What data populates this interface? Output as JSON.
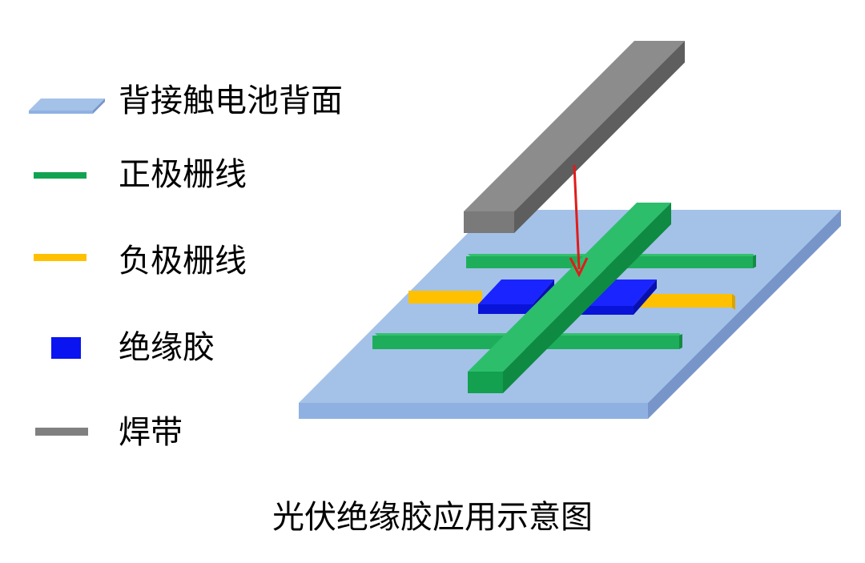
{
  "legend": {
    "items": [
      {
        "label": "背接触电池背面",
        "color": "#A4C2E8"
      },
      {
        "label": "正极栅线",
        "color": "#12A352"
      },
      {
        "label": "负极栅线",
        "color": "#FFC000"
      },
      {
        "label": "绝缘胶",
        "color": "#0A14F0"
      },
      {
        "label": "焊带",
        "color": "#808080"
      }
    ]
  },
  "caption": "光伏绝缘胶应用示意图",
  "colors": {
    "cell_back": "#A4C2E8",
    "cell_edge": "#7F9DCB",
    "positive_finger": "#1EAE5B",
    "negative_finger": "#FFC000",
    "insulation_glue": "#0A14F0",
    "ribbon": "#8C8C8C",
    "arrow": "#E11B1B"
  }
}
